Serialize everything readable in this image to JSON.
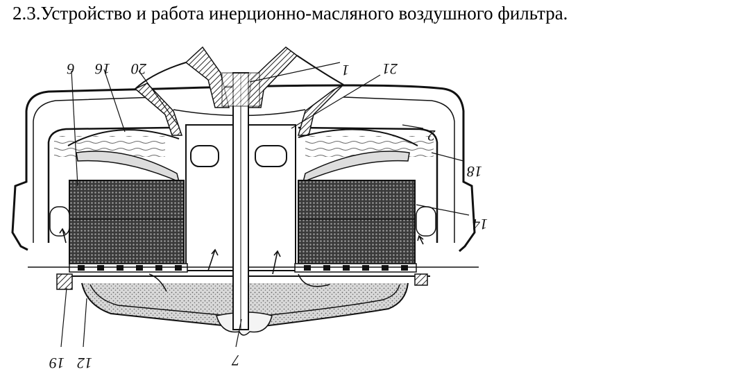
{
  "heading": "2.3.Устройство и работа инерционно-масляного воздушного фильтра.",
  "labels": {
    "l1": "1",
    "l2": "2",
    "l6": "6",
    "l7": "7",
    "l12": "12",
    "l14": "14",
    "l16": "16",
    "l18": "18",
    "l19": "19",
    "l20": "20",
    "l21": "21"
  }
}
